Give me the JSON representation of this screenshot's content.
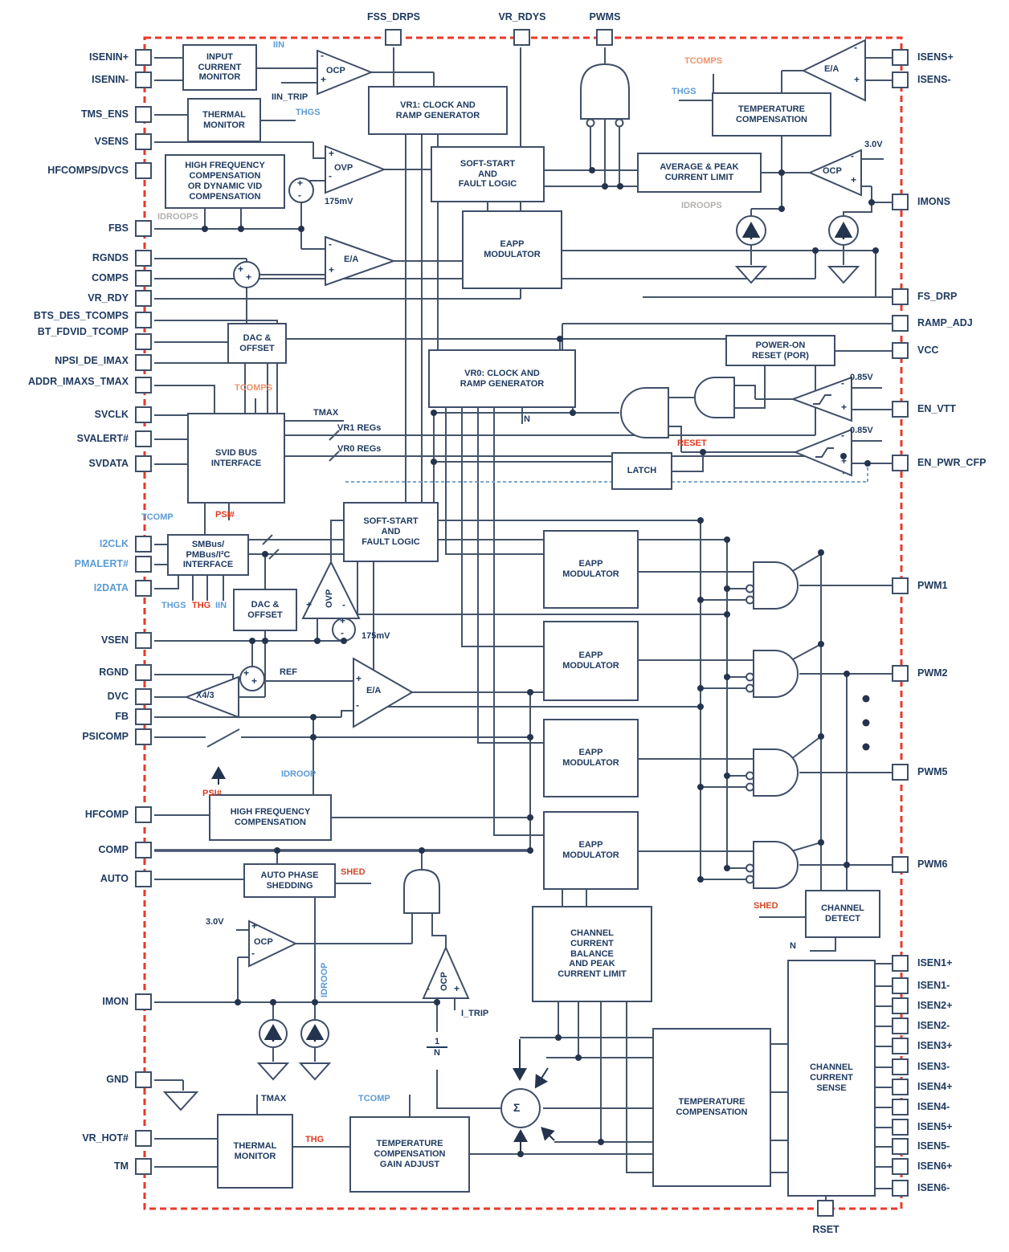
{
  "blocks": {
    "input_current_monitor": "INPUT\nCURRENT\nMONITOR",
    "thermal_monitor": "THERMAL\nMONITOR",
    "hf_comp_dvid": "HIGH FREQUENCY\nCOMPENSATION\nOR DYNAMIC VID\nCOMPENSATION",
    "vr1_clock": "VR1: CLOCK AND\nRAMP GENERATOR",
    "soft_start": "SOFT-START\nAND\nFAULT LOGIC",
    "eapp": "EAPP\nMODULATOR",
    "temp_comp": "TEMPERATURE\nCOMPENSATION",
    "avg_peak": "AVERAGE & PEAK\nCURRENT LIMIT",
    "por": "POWER-ON\nRESET (POR)",
    "dac_offset": "DAC &\nOFFSET",
    "svid": "SVID BUS\nINTERFACE",
    "vr0_clock": "VR0: CLOCK AND\nRAMP GENERATOR",
    "latch": "LATCH",
    "smbus": "SMBus/\nPMBus/I²C\nINTERFACE",
    "hf_comp": "HIGH FREQUENCY\nCOMPENSATION",
    "auto_phase": "AUTO PHASE\nSHEDDING",
    "channel_balance": "CHANNEL\nCURRENT\nBALANCE\nAND PEAK\nCURRENT LIMIT",
    "channel_detect": "CHANNEL\nDETECT",
    "ccs": "CHANNEL\nCURRENT\nSENSE",
    "temp_gain": "TEMPERATURE\nCOMPENSATION\nGAIN ADJUST"
  },
  "amps": {
    "ocp": "OCP",
    "ea": "E/A",
    "ovp": "OVP",
    "x43": "X4/3"
  },
  "marks": {
    "plus": "+",
    "minus": "-",
    "one": "1",
    "n": "N",
    "sigma": "Σ"
  },
  "values": {
    "v175": "175mV",
    "v30": "3.0V",
    "v085": "0.85V"
  },
  "signals": {
    "iin": "IIN",
    "iin_trip": "IIN_TRIP",
    "thgs": "THGS",
    "idroops": "IDROOPS",
    "tcomps": "TCOMPS",
    "tmax": "TMAX",
    "vr1regs": "VR1 REGs",
    "vr0regs": "VR0 REGs",
    "tcomp": "TCOMP",
    "psi": "PSI#",
    "thg": "THG",
    "ref": "REF",
    "idroop": "IDROOP",
    "shed": "SHED",
    "reset": "RESET",
    "n": "N",
    "itrip": "I_TRIP"
  },
  "pins": {
    "left": [
      {
        "label": "ISENIN+"
      },
      {
        "label": "ISENIN-"
      },
      {
        "label": "TMS_ENS"
      },
      {
        "label": "VSENS"
      },
      {
        "label": "HFCOMPS/DVCS"
      },
      {
        "label": "FBS"
      },
      {
        "label": "RGNDS"
      },
      {
        "label": "COMPS"
      },
      {
        "label": "VR_RDY"
      },
      {
        "label": "BTS_DES_TCOMPS"
      },
      {
        "label": "BT_FDVID_TCOMP"
      },
      {
        "label": "NPSI_DE_IMAX"
      },
      {
        "label": "ADDR_IMAXS_TMAX"
      },
      {
        "label": "SVCLK"
      },
      {
        "label": "SVALERT#"
      },
      {
        "label": "SVDATA"
      },
      {
        "label": "I2CLK"
      },
      {
        "label": "PMALERT#"
      },
      {
        "label": "I2DATA"
      },
      {
        "label": "VSEN"
      },
      {
        "label": "RGND"
      },
      {
        "label": "DVC"
      },
      {
        "label": "FB"
      },
      {
        "label": "PSICOMP"
      },
      {
        "label": "HFCOMP"
      },
      {
        "label": "COMP"
      },
      {
        "label": "AUTO"
      },
      {
        "label": "IMON"
      },
      {
        "label": "GND"
      },
      {
        "label": "VR_HOT#"
      },
      {
        "label": "TM"
      }
    ],
    "top": [
      {
        "label": "FSS_DRPS"
      },
      {
        "label": "VR_RDYS"
      },
      {
        "label": "PWMS"
      }
    ],
    "right": [
      {
        "label": "ISENS+"
      },
      {
        "label": "ISENS-"
      },
      {
        "label": "IMONS"
      },
      {
        "label": "FS_DRP"
      },
      {
        "label": "RAMP_ADJ"
      },
      {
        "label": "VCC"
      },
      {
        "label": "EN_VTT"
      },
      {
        "label": "EN_PWR_CFP"
      },
      {
        "label": "PWM1"
      },
      {
        "label": "PWM2"
      },
      {
        "label": "PWM5"
      },
      {
        "label": "PWM6"
      },
      {
        "label": "ISEN1+"
      },
      {
        "label": "ISEN1-"
      },
      {
        "label": "ISEN2+"
      },
      {
        "label": "ISEN2-"
      },
      {
        "label": "ISEN3+"
      },
      {
        "label": "ISEN3-"
      },
      {
        "label": "ISEN4+"
      },
      {
        "label": "ISEN4-"
      },
      {
        "label": "ISEN5+"
      },
      {
        "label": "ISEN5-"
      },
      {
        "label": "ISEN6+"
      },
      {
        "label": "ISEN6-"
      }
    ],
    "bottom": [
      {
        "label": "RSET"
      }
    ]
  }
}
